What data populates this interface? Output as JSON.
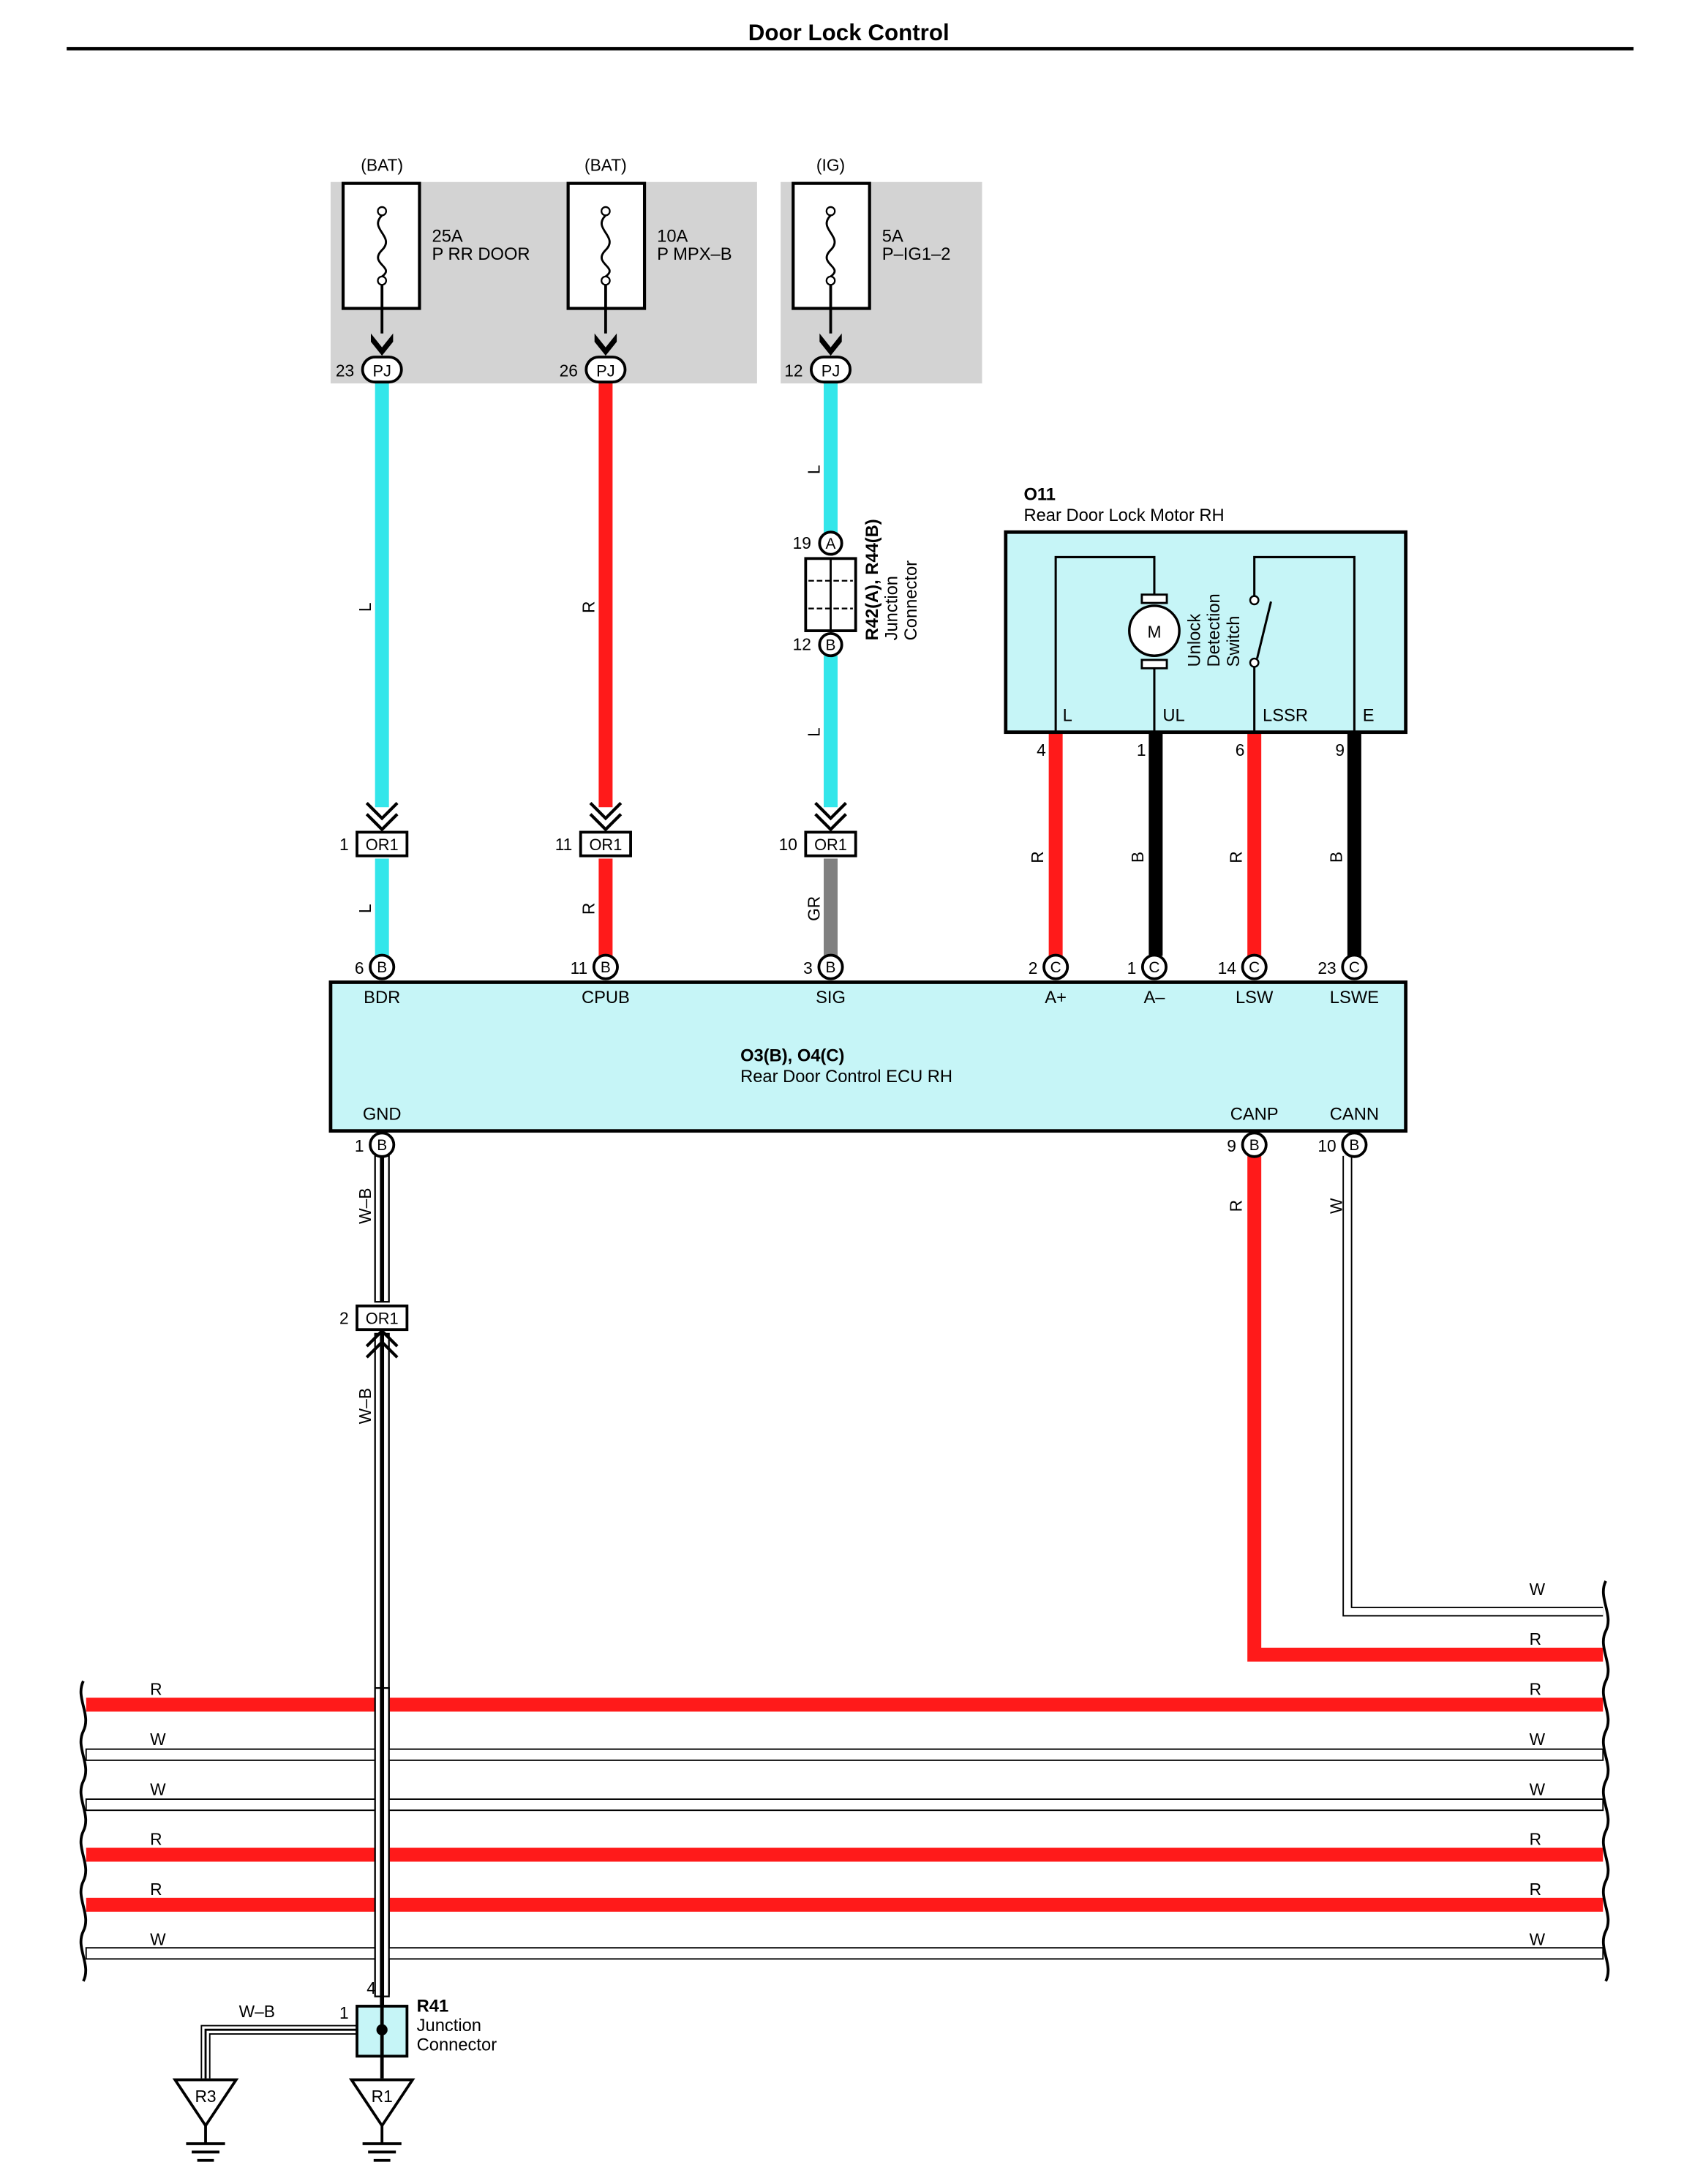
{
  "title": "Door Lock Control",
  "fuses": [
    {
      "source": "(BAT)",
      "rating": "25A",
      "name": "P RR DOOR",
      "pin": "23",
      "connector": "PJ",
      "wire_color": "L"
    },
    {
      "source": "(BAT)",
      "rating": "10A",
      "name": "P MPX–B",
      "pin": "26",
      "connector": "PJ",
      "wire_color": "R"
    },
    {
      "source": "(IG)",
      "rating": "5A",
      "name": "P–IG1–2",
      "pin": "12",
      "connector": "PJ",
      "wire_color": "L"
    }
  ],
  "junction_r42": {
    "name": "R42(A), R44(B)",
    "desc1": "Junction",
    "desc2": "Connector",
    "pin_a": "19",
    "conn_a": "A",
    "pin_b": "12",
    "conn_b": "B",
    "wire_below": "L",
    "wire_below_or1": "GR"
  },
  "or1_top": [
    {
      "pin": "1",
      "connector": "OR1",
      "wire_below": "L"
    },
    {
      "pin": "11",
      "connector": "OR1",
      "wire_below": "R"
    },
    {
      "pin": "10",
      "connector": "OR1",
      "wire_below": "GR"
    }
  ],
  "motor": {
    "id": "O11",
    "name": "Rear Door Lock Motor RH",
    "motor_symbol": "M",
    "switch_label_1": "Unlock",
    "switch_label_2": "Detection",
    "switch_label_3": "Switch",
    "terminals": [
      {
        "name": "L",
        "pin": "4",
        "wire_color": "R"
      },
      {
        "name": "UL",
        "pin": "1",
        "wire_color": "B"
      },
      {
        "name": "LSSR",
        "pin": "6",
        "wire_color": "R"
      },
      {
        "name": "E",
        "pin": "9",
        "wire_color": "B"
      }
    ]
  },
  "ecu": {
    "id": "O3(B), O4(C)",
    "name": "Rear Door Control ECU RH",
    "top_terminals": [
      {
        "name": "BDR",
        "pin": "6",
        "connector": "B"
      },
      {
        "name": "CPUB",
        "pin": "11",
        "connector": "B"
      },
      {
        "name": "SIG",
        "pin": "3",
        "connector": "B"
      },
      {
        "name": "A+",
        "pin": "2",
        "connector": "C"
      },
      {
        "name": "A–",
        "pin": "1",
        "connector": "C"
      },
      {
        "name": "LSW",
        "pin": "14",
        "connector": "C"
      },
      {
        "name": "LSWE",
        "pin": "23",
        "connector": "C"
      }
    ],
    "bottom_terminals": [
      {
        "name": "GND",
        "pin": "1",
        "connector": "B",
        "wire_color": "W–B"
      },
      {
        "name": "CANP",
        "pin": "9",
        "connector": "B",
        "wire_color": "R"
      },
      {
        "name": "CANN",
        "pin": "10",
        "connector": "B",
        "wire_color": "W"
      }
    ]
  },
  "or1_bottom": {
    "pin": "2",
    "connector": "OR1",
    "wire_below": "W–B"
  },
  "bus_right_labels": [
    "W",
    "R"
  ],
  "bus_lines": [
    {
      "left": "R",
      "right": "R"
    },
    {
      "left": "W",
      "right": "W"
    },
    {
      "left": "W",
      "right": "W"
    },
    {
      "left": "R",
      "right": "R"
    },
    {
      "left": "R",
      "right": "R"
    },
    {
      "left": "W",
      "right": "W"
    }
  ],
  "junction_r41": {
    "id": "R41",
    "desc1": "Junction",
    "desc2": "Connector",
    "pin_top": "4",
    "pin_left": "1",
    "wire_left": "W–B"
  },
  "grounds": [
    {
      "name": "R3"
    },
    {
      "name": "R1"
    }
  ],
  "colors": {
    "L": "#33e6ea",
    "R": "#ff1a1a",
    "B": "#000000",
    "GR": "#808080",
    "W": "#ffffff",
    "fuse_box": "#d3d3d3",
    "component_fill": "#c6f5f7"
  }
}
